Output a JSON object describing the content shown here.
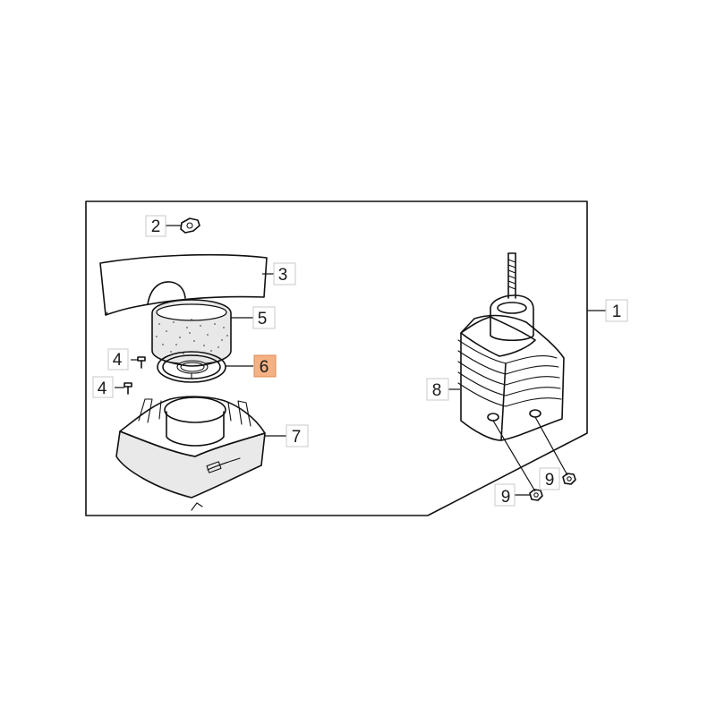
{
  "diagram": {
    "callouts": [
      {
        "id": "c1",
        "label": "1"
      },
      {
        "id": "c2",
        "label": "2"
      },
      {
        "id": "c3",
        "label": "3"
      },
      {
        "id": "c4a",
        "label": "4"
      },
      {
        "id": "c4b",
        "label": "4"
      },
      {
        "id": "c5",
        "label": "5"
      },
      {
        "id": "c6",
        "label": "6",
        "highlighted": true
      },
      {
        "id": "c7",
        "label": "7"
      },
      {
        "id": "c8",
        "label": "8"
      },
      {
        "id": "c9a",
        "label": "9"
      },
      {
        "id": "c9b",
        "label": "9"
      }
    ],
    "highlight_color": "#f4b183"
  }
}
